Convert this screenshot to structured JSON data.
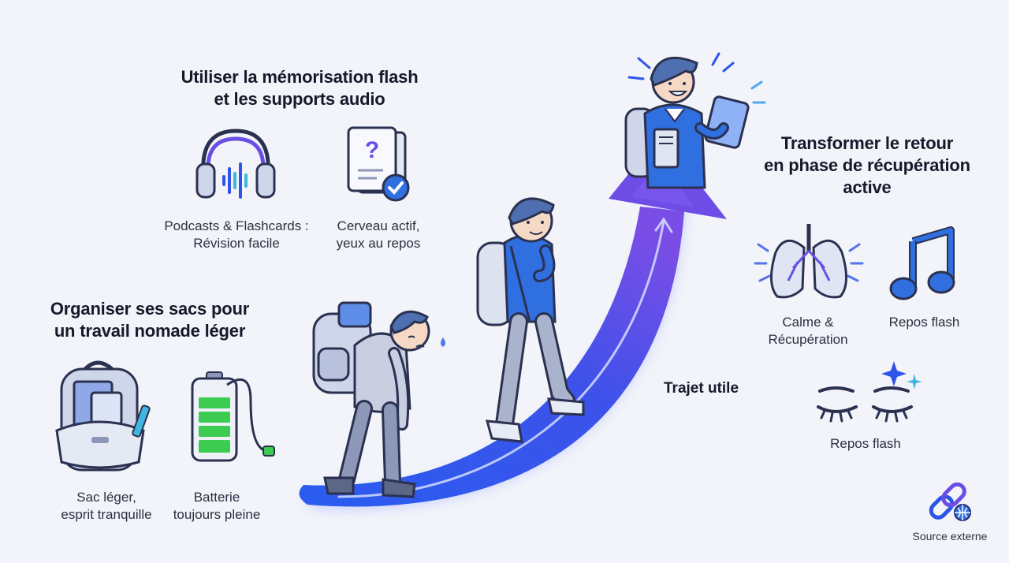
{
  "sections": {
    "memorisation": {
      "title_line1": "Utiliser la mémorisation flash",
      "title_line2": "et les supports audio",
      "items": [
        {
          "icon": "headphones-icon",
          "caption_line1": "Podcasts & Flashcards :",
          "caption_line2": "Révision facile"
        },
        {
          "icon": "flashcard-question-icon",
          "caption_line1": "Cerveau actif,",
          "caption_line2": "yeux au repos"
        }
      ]
    },
    "organiser": {
      "title_line1": "Organiser ses sacs pour",
      "title_line2": "un travail nomade léger",
      "items": [
        {
          "icon": "backpack-icon",
          "caption_line1": "Sac léger,",
          "caption_line2": "esprit tranquille"
        },
        {
          "icon": "battery-icon",
          "caption_line1": "Batterie",
          "caption_line2": "toujours pleine"
        }
      ]
    },
    "transformer": {
      "title_line1": "Transformer le retour",
      "title_line2": "en phase de récupération",
      "title_line3": "active",
      "items": [
        {
          "icon": "lungs-icon",
          "caption_line1": "Calme &",
          "caption_line2": "Récupération"
        },
        {
          "icon": "music-note-icon",
          "caption_line1": "Repos flash",
          "caption_line2": ""
        },
        {
          "icon": "closed-eyes-icon",
          "caption_line1": "Repos flash",
          "caption_line2": ""
        }
      ]
    }
  },
  "path_label": "Trajet utile",
  "source_label": "Source externe",
  "colors": {
    "accent_blue": "#2f54e8",
    "accent_purple": "#6a4ee6",
    "shirt_blue": "#2f6fe0",
    "battery_green": "#3dcc52",
    "outline": "#2b3150"
  }
}
